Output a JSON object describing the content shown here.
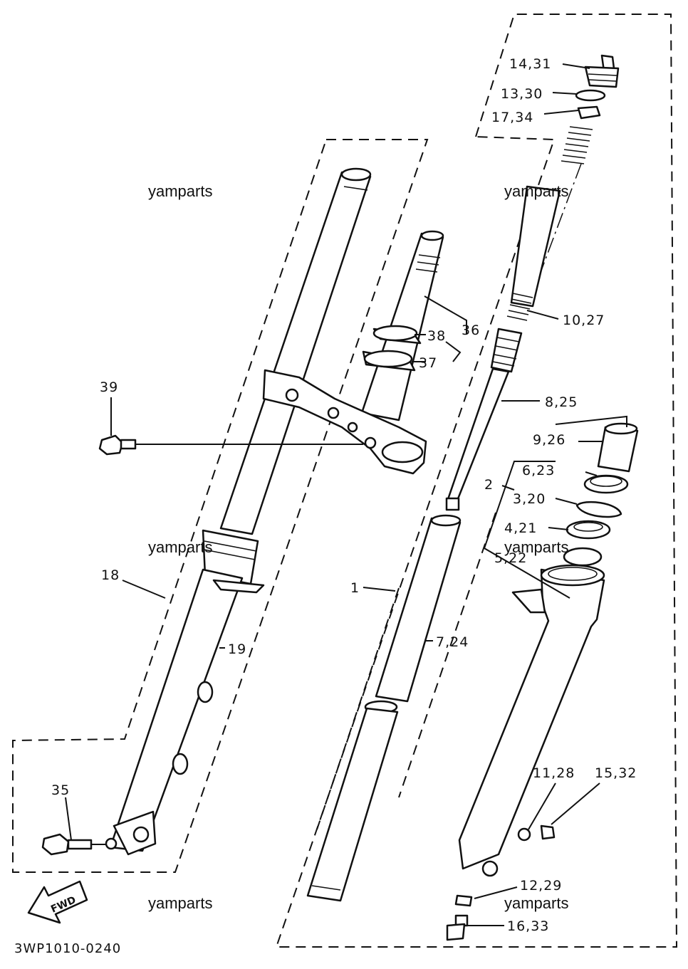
{
  "watermarks": [
    "yamparts",
    "yamparts",
    "yamparts",
    "yamparts",
    "yamparts",
    "yamparts"
  ],
  "part_labels": {
    "p14_31": "14,31",
    "p13_30": "13,30",
    "p17_34": "17,34",
    "p10_27": "10,27",
    "p38": "38",
    "p36": "36",
    "p37": "37",
    "p39": "39",
    "p8_25": "8,25",
    "p9_26": "9,26",
    "p6_23": "6,23",
    "p2": "2",
    "p3_20": "3,20",
    "p4_21": "4,21",
    "p5_22": "5,22",
    "p18": "18",
    "p1": "1",
    "p19": "19",
    "p7_24": "7,24",
    "p35": "35",
    "p11_28": "11,28",
    "p15_32": "15,32",
    "p12_29": "12,29",
    "p16_33": "16,33"
  },
  "fwd_label": "FWD",
  "diagram_code": "3WP1010-0240"
}
